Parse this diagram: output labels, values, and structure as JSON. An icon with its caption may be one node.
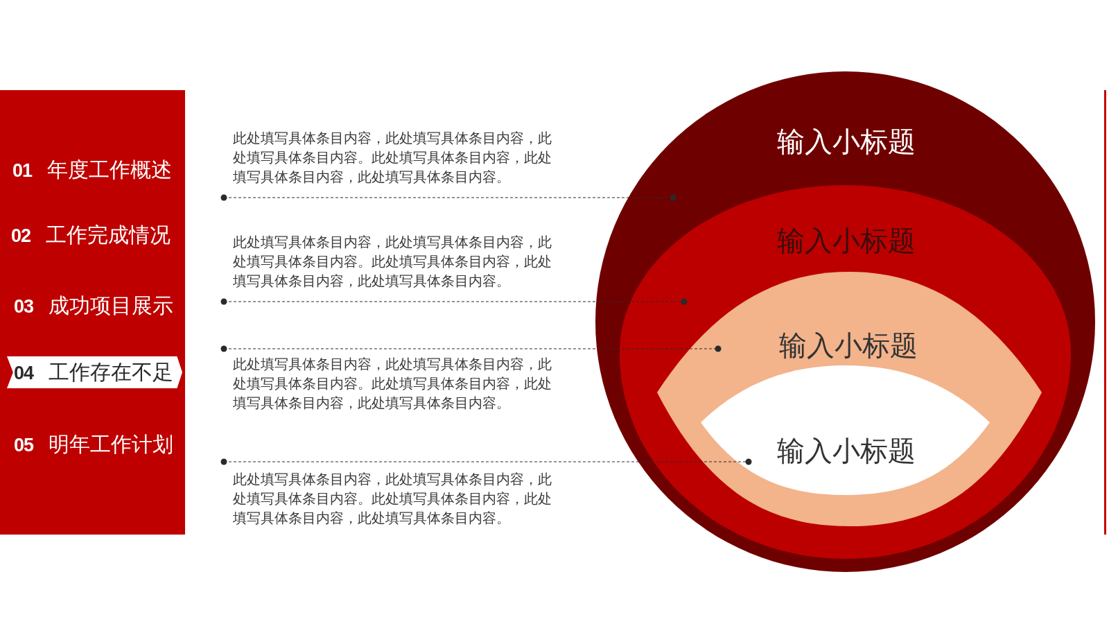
{
  "diagram": {
    "nodes": [
      {
        "text": [
          "**01** 年度工作概述",
          "**02** 工作完成情况",
          "**03** 成功项目展示",
          "**05** 明年工作计划"
        ]
      },
      {
        "text": [
          "**04** 工作存在不足"
        ],
        "in": 0
      },
      {
        "text": [
          "此处填写具体条目内容，此处填写具体条目内容，此处填写具体条目内容。此处填写具体条目内容，此处填写具体条目内容，此处填写具体条目内容。"
        ]
      },
      {
        "text": [
          "此处填写具体条目内容，此处填写具体条目内容，此处填写具体条目内容。此处填写具体条目内容，此处填写具体条目内容，此处填写具体条目内容。"
        ]
      },
      {
        "text": [
          "此处填写具体条目内容，此处填写具体条目内容，此处填写具体条目内容。此处填写具体条目内容，此处填写具体条目内容，此处填写具体条目内容。"
        ]
      },
      {
        "text": [
          "此处填写具体条目内容，此处填写具体条目内容，此处填写具体条目内容。此处填写具体条目内容，此处填写具体条目内容，此处填写具体条目内容。"
        ]
      },
      {
        "text": [
          "输入小标题"
        ]
      },
      {
        "text": [
          "输入小标题"
        ],
        "in": 6
      },
      {
        "text": [
          "输入小标题"
        ],
        "in": 7
      },
      {
        "text": [
          "输入小标题"
        ],
        "in": 8
      }
    ],
    "edges": [
      {
        "from": 2,
        "to": 6,
        "arrow": "other",
        "style": "dashed"
      },
      {
        "from": 3,
        "to": 7,
        "arrow": "other",
        "style": "dashed"
      },
      {
        "from": 4,
        "to": 8,
        "arrow": "other",
        "style": "dashed"
      },
      {
        "from": 5,
        "to": 9,
        "arrow": "other",
        "style": "dashed"
      }
    ]
  }
}
